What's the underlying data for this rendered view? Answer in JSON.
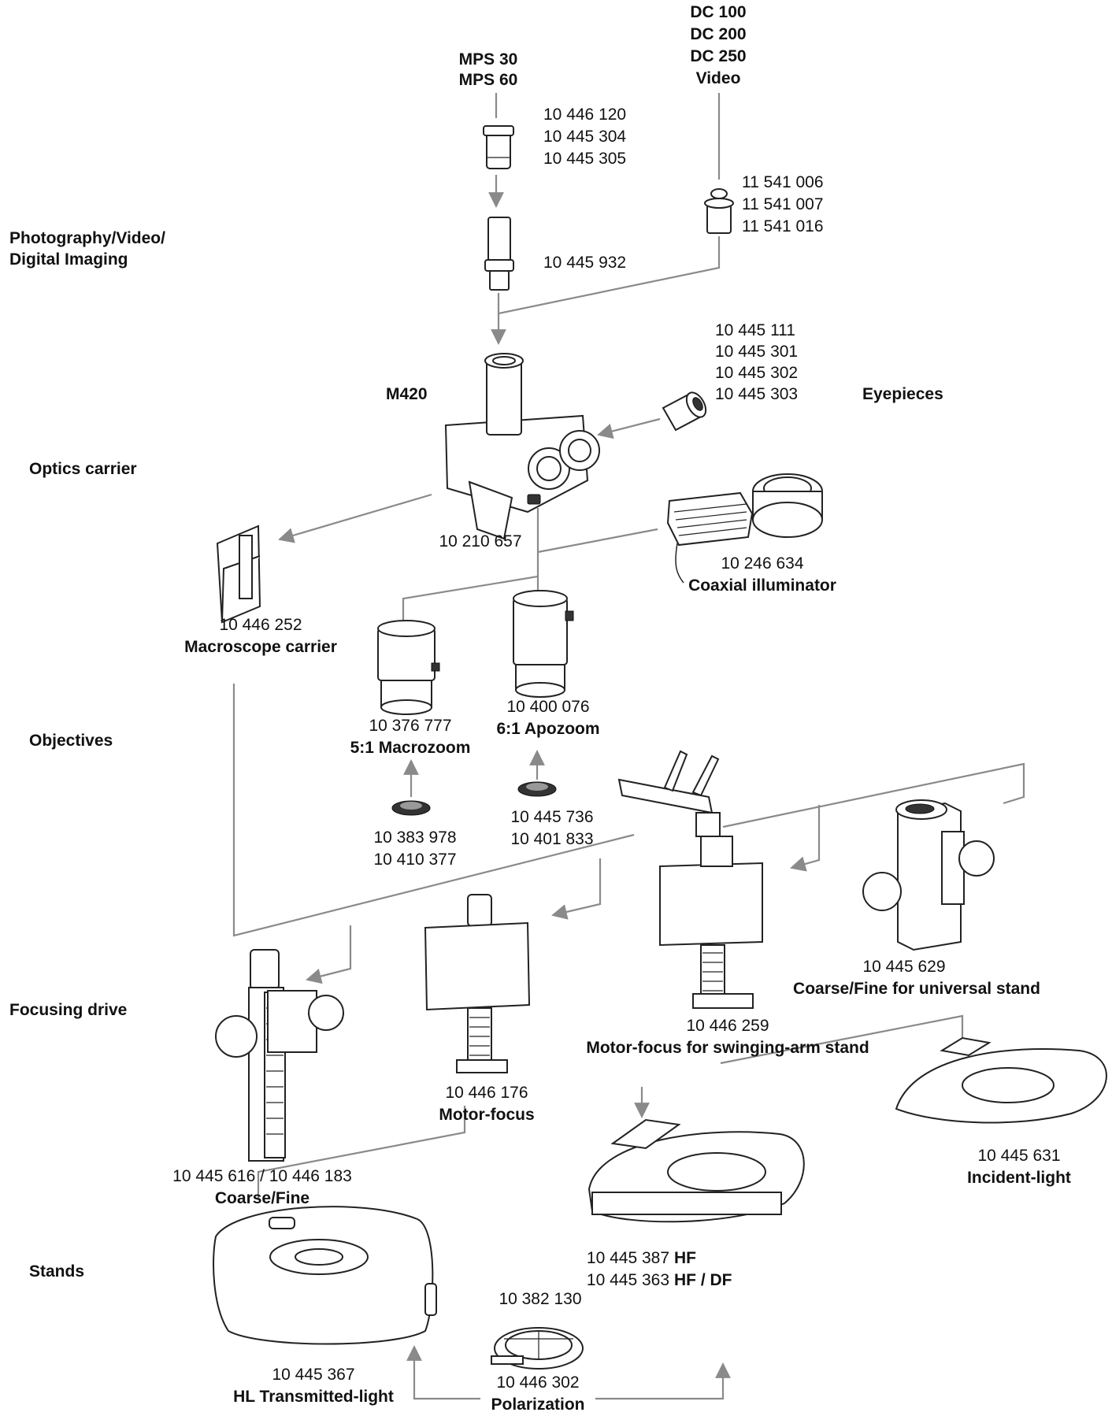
{
  "header": {
    "partial_text": ""
  },
  "categories": {
    "photo": "Photography/Video/ Digital Imaging",
    "photo_l1": "Photography/Video/",
    "photo_l2": "Digital Imaging",
    "optics_carrier": "Optics carrier",
    "objectives": "Objectives",
    "focusing_drive": "Focusing drive",
    "stands": "Stands"
  },
  "labels": {
    "mps": [
      "MPS 30",
      "MPS 60"
    ],
    "dc": [
      "DC 100",
      "DC 200",
      "DC 250",
      "Video"
    ],
    "mps_parts": [
      "10 446 120",
      "10 445 304",
      "10 445 305"
    ],
    "tube_part": "10 445 932",
    "dc_parts": [
      "11 541 006",
      "11 541 007",
      "11 541 016"
    ],
    "eyepiece_parts": [
      "10 445 111",
      "10 445 301",
      "10 445 302",
      "10 445 303"
    ],
    "m420": "M420",
    "eyepieces": "Eyepieces",
    "m420_part": "10 210 657",
    "coaxial_part": "10 246 634",
    "coaxial_name": "Coaxial illuminator",
    "macro_carrier_part": "10 446 252",
    "macro_carrier_name": "Macroscope carrier",
    "macrozoom_part": "10 376 777",
    "macrozoom_name": "5:1 Macrozoom",
    "apozoom_part": "10 400 076",
    "apozoom_name": "6:1 Apozoom",
    "macro_access_parts": [
      "10 383 978",
      "10 410 377"
    ],
    "apo_access_parts": [
      "10 445 736",
      "10 401 833"
    ],
    "coarse_fine_univ_part": "10 445 629",
    "coarse_fine_univ_name": "Coarse/Fine for universal stand",
    "motor_swing_part": "10 446 259",
    "motor_swing_name": "Motor-focus for swinging-arm stand",
    "motor_part": "10 446 176",
    "motor_name": "Motor-focus",
    "coarse_fine_part": "10 445 616 / 10 446 183",
    "coarse_fine_name": "Coarse/Fine",
    "incident_part": "10 445 631",
    "incident_name": "Incident-light",
    "hf_line1_part": "10 445 387",
    "hf_line1_bold": "HF",
    "hf_line2_part": "10 445 363",
    "hf_line2_bold": "HF / DF",
    "polar_top_part": "10 382 130",
    "transmitted_part": "10 445 367",
    "transmitted_name": "HL Transmitted-light",
    "polar_part": "10 446 302",
    "polar_name": "Polarization"
  }
}
